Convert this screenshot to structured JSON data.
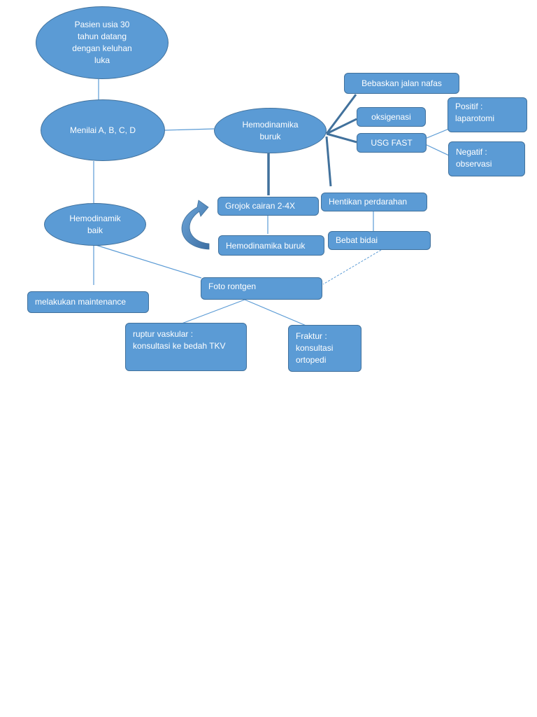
{
  "nodes": {
    "start": "Pasien usia 30\ntahun datang\ndengan keluhan\nluka",
    "assess": "Menilai A, B, C, D",
    "hemo_bad": "Hemodinamika\nburuk",
    "hemo_good": "Hemodinamik\nbaik",
    "airway": "Bebaskan jalan nafas",
    "oxygen": "oksigenasi",
    "usg": "USG FAST",
    "positive": "Positif :\nlaparotomi",
    "negative": "Negatif :\nobservasi",
    "fluid": "Grojok cairan 2-4X",
    "stop_bleed": "Hentikan perdarahan",
    "hemo_bad_2": "Hemodinamika buruk",
    "splint": "Bebat bidai",
    "maintenance": "melakukan maintenance",
    "xray": "Foto rontgen",
    "vascular": "ruptur vaskular :\nkonsultasi ke bedah TKV",
    "fracture": "Fraktur  :\nkonsultasi\nortopedi"
  },
  "colors": {
    "node_fill": "#5b9bd5",
    "node_border": "#41719c",
    "connector": "#5b9bd5",
    "text": "#ffffff"
  }
}
